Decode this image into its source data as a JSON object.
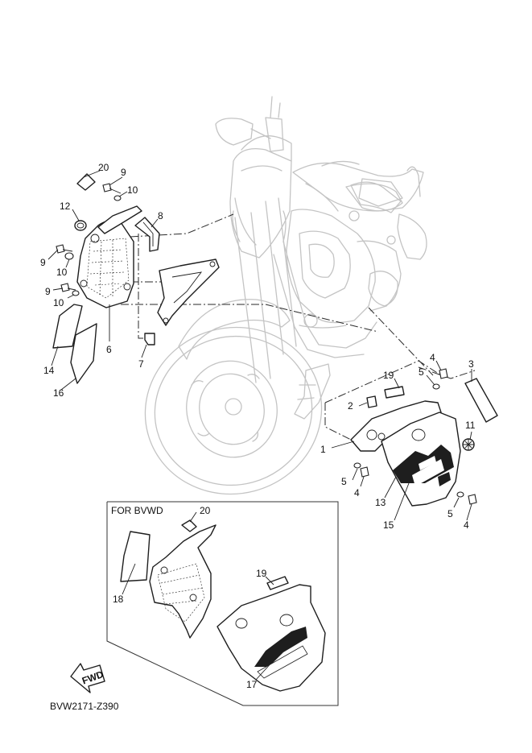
{
  "diagram": {
    "code": "BVW2171-Z390",
    "inset_title": "FOR BVWD",
    "fwd_label": "FWD",
    "callouts": {
      "c1": "1",
      "c2": "2",
      "c3": "3",
      "c4a": "4",
      "c4b": "4",
      "c4c": "4",
      "c5a": "5",
      "c5b": "5",
      "c5c": "5",
      "c6": "6",
      "c7": "7",
      "c8": "8",
      "c9a": "9",
      "c9b": "9",
      "c9c": "9",
      "c10a": "10",
      "c10b": "10",
      "c10c": "10",
      "c11": "11",
      "c12": "12",
      "c13": "13",
      "c14": "14",
      "c15": "15",
      "c16": "16",
      "c17": "17",
      "c18": "18",
      "c19a": "19",
      "c19b": "19",
      "c20a": "20",
      "c20b": "20"
    }
  }
}
